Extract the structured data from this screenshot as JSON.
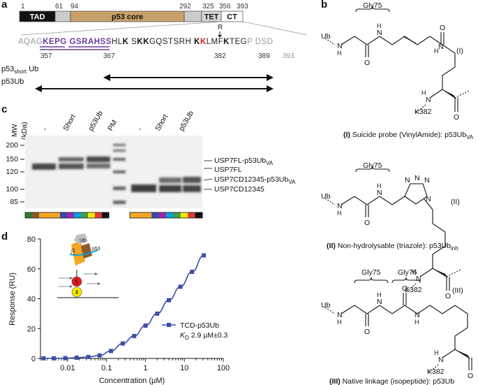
{
  "panels": {
    "a": {
      "label": "a",
      "domains": [
        {
          "name": "TAD",
          "color": "#111111",
          "text_color": "#ffffff"
        },
        {
          "name": "",
          "color": "#cccccc",
          "text_color": "#222222"
        },
        {
          "name": "p53 core",
          "color": "#c8a06a",
          "text_color": "#111111"
        },
        {
          "name": "",
          "color": "#cccccc",
          "text_color": "#222222"
        },
        {
          "name": "TET",
          "color": "#d8d8d8",
          "text_color": "#111111"
        },
        {
          "name": "CT",
          "color": "#ffffff",
          "text_color": "#111111"
        }
      ],
      "positions": [
        "1",
        "61",
        "94",
        "292",
        "325",
        "356",
        "393"
      ],
      "seq": {
        "s1": "AQAG",
        "s2": "KEPG",
        "s3": "GSRAHSS",
        "s4": "HL",
        "s5": "K",
        "s6": "S",
        "s7": "KK",
        "s8": "GQSTSRH",
        "s9": "K",
        "s10": "K",
        "s11": "LMF",
        "s12": "K",
        "s13": "TEG",
        "s14": "P",
        "s15": "DSD"
      },
      "seq_positions": [
        "357",
        "367",
        "382",
        "389",
        "393"
      ],
      "mutation": "R",
      "constructs": [
        {
          "label_main": "p53",
          "label_sub": "short",
          "label_suffix": " Ub"
        },
        {
          "label_main": "p53Ub",
          "label_sub": "",
          "label_suffix": ""
        }
      ],
      "colors": {
        "purple": "#6a3d9a",
        "red": "#e31a1c",
        "grey": "#999999"
      }
    },
    "b": {
      "label": "b",
      "structures": [
        {
          "roman": "(I)",
          "glys": [
            "Gly75"
          ],
          "ub": "Ub",
          "lys": "K382",
          "caption_roman": "(I)",
          "caption_main": " Suicide probe (VinylAmide): p53Ub",
          "caption_sub": "VA"
        },
        {
          "roman": "(II)",
          "glys": [
            "Gly75"
          ],
          "ub": "Ub",
          "lys": "K382",
          "caption_roman": "(II)",
          "caption_main": " Non-hydrolysable (triazole): p53Ub",
          "caption_sub": "inh"
        },
        {
          "roman": "(III)",
          "glys": [
            "Gly75",
            "Gly76"
          ],
          "ub": "Ub",
          "lys": "K382",
          "caption_roman": "(III)",
          "caption_main": " Native linkage (isopeptide): p53Ub",
          "caption_sub": ""
        }
      ],
      "atoms": {
        "N": "N",
        "H": "H",
        "O": "O"
      }
    },
    "c": {
      "label": "c",
      "mw_title": "MW",
      "mw_unit": "(kDa)",
      "ladder": [
        "200",
        "150",
        "120",
        "100",
        "85"
      ],
      "lanes": [
        "-",
        "Short",
        "p53Ub",
        "PM",
        "-",
        "Short",
        "p53Ub"
      ],
      "band_labels": [
        {
          "main": "USP7FL-p53Ub",
          "sub": "VA"
        },
        {
          "main": "USP7FL",
          "sub": ""
        },
        {
          "main": "USP7CD12345-p53Ub",
          "sub": "VA"
        },
        {
          "main": "USP7CD12345",
          "sub": ""
        }
      ],
      "color_bar_left": [
        "#2e7d32",
        "#8b5a2b",
        "#f5a623",
        "#f5a623",
        "#f5a623",
        "#3949ab",
        "#9c27b0",
        "#00a0e0",
        "#43a047",
        "#f5e600",
        "#e53935",
        "#111111"
      ],
      "color_bar_right": [
        "#f5a623",
        "#f5a623",
        "#f5a623",
        "#3949ab",
        "#9c27b0",
        "#00a0e0",
        "#43a047",
        "#f5e600",
        "#e53935",
        "#111111"
      ]
    },
    "d": {
      "label": "d",
      "inset": {
        "ub": "Ub",
        "cd": "CD",
        "p53": "p53",
        "n5": "5",
        "n4": "4"
      }
    }
  },
  "chart_data": {
    "type": "line",
    "title": "",
    "xlabel": "Concentration (µM)",
    "ylabel": "Response (RU)",
    "xscale": "log",
    "xlim": [
      0.002,
      100
    ],
    "ylim": [
      0,
      80
    ],
    "x_ticks": [
      "0.01",
      "0.1",
      "1",
      "10",
      "100"
    ],
    "y_ticks": [
      "0",
      "20",
      "40",
      "60",
      "80"
    ],
    "legend_position": "center-right",
    "series": [
      {
        "name": "TCD-p53Ub",
        "color": "#3b4fa8",
        "x": [
          0.0024,
          0.0044,
          0.0087,
          0.017,
          0.034,
          0.066,
          0.13,
          0.26,
          0.51,
          1.0,
          2.0,
          4.0,
          7.9,
          15.7,
          31.5
        ],
        "y": [
          0.1,
          0.1,
          0.2,
          0.5,
          1.0,
          2.0,
          5.0,
          10.0,
          15.0,
          22.0,
          30.0,
          39.0,
          48.0,
          58.0,
          69.0
        ]
      }
    ],
    "kd_main": "K",
    "kd_sub": "D",
    "kd_value": " 2.9 µM±0.3"
  }
}
